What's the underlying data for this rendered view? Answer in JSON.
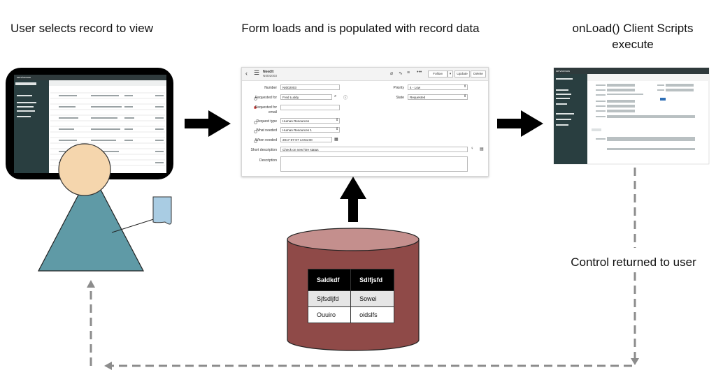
{
  "captions": {
    "step1": "User selects record to view",
    "step2": "Form loads and is  populated with record data",
    "step3_line1": "onLoad() Client Scripts",
    "step3_line2": "execute",
    "step4": "Control returned to user"
  },
  "form": {
    "title": "NeedIt",
    "subtitle": "NI002003",
    "buttons": {
      "follow": "Follow",
      "update": "Update",
      "delete": "Delete"
    },
    "fields": {
      "number": {
        "label": "Number",
        "value": "NI002003"
      },
      "requested_for": {
        "label": "Requested for",
        "value": "Fred Luddy"
      },
      "requested_for_email": {
        "label_line1": "Requested for",
        "label_line2": "email",
        "value": ""
      },
      "request_type": {
        "label": "Request type",
        "value": "Human Resources"
      },
      "what_needed": {
        "label": "What needed",
        "value": "Human Resources 1"
      },
      "when_needed": {
        "label": "When needed",
        "value": "2017-07-07 14:51:00"
      },
      "short_description": {
        "label": "Short description",
        "value": "Check on new hire status"
      },
      "description": {
        "label": "Description",
        "value": ""
      },
      "priority": {
        "label": "Priority",
        "value": "4 - Low"
      },
      "state": {
        "label": "State",
        "value": "Requested"
      }
    }
  },
  "database_table": {
    "header": [
      "Saldkdf",
      "Sdlfjsfd"
    ],
    "rows": [
      [
        "Sjfsdljfd",
        "Sowei"
      ],
      [
        "Ouuiro",
        "oidslfs"
      ]
    ]
  },
  "screens": {
    "logo_text": "servicenow"
  },
  "colors": {
    "arrow": "#000000",
    "person_head": "#f5d6ad",
    "person_body": "#5f9aa6",
    "document": "#a9cce3",
    "cylinder_body": "#8f4a48",
    "cylinder_top": "#c48f8d",
    "dashed_line": "#8c8c8c",
    "laptop_frame": "#000000",
    "sn_sidebar": "#293e40"
  }
}
